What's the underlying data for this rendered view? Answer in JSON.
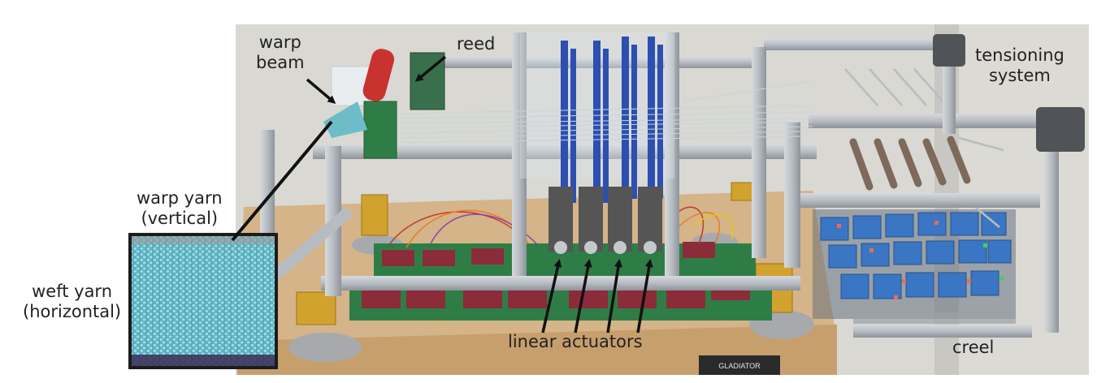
{
  "labels": {
    "warp_beam": [
      "warp",
      "beam"
    ],
    "reed": "reed",
    "tensioning_system": [
      "tensioning",
      "system"
    ],
    "warp_yarn": [
      "warp yarn",
      "(vertical)"
    ],
    "weft_yarn": [
      "weft yarn",
      "(horizontal)"
    ],
    "linear_actuators": "linear actuators",
    "creel": "creel"
  },
  "colors": {
    "background": "#ffffff",
    "wall": "#d9d8d3",
    "floor": "#cfc9bf",
    "table_top": "#d4b488",
    "table_front": "#c79f6d",
    "aluminum": "#b7bcc2",
    "heddle_blue": "#2d4fb0",
    "pcb_green": "#2f7d46",
    "motor_blue": "#3a76c4",
    "bracket_gold": "#d1a22e",
    "yarn_cyan": "#6dbcc8",
    "arrow": "#111111"
  },
  "table_plate_text": "GLADIATOR"
}
